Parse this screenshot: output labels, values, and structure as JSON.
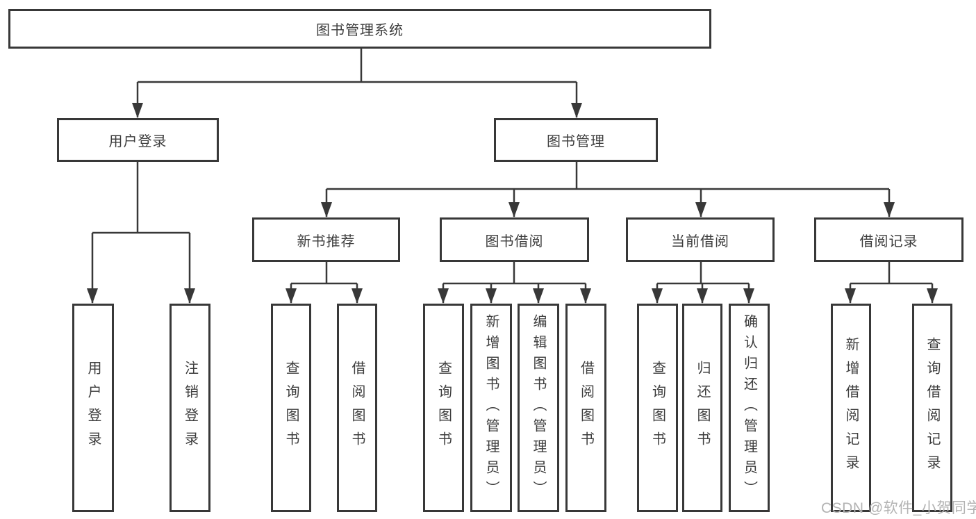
{
  "diagram": {
    "root": {
      "label": "图书管理系统"
    },
    "level2": [
      {
        "label": "用户登录"
      },
      {
        "label": "图书管理"
      }
    ],
    "level3": [
      {
        "label": "新书推荐"
      },
      {
        "label": "图书借阅"
      },
      {
        "label": "当前借阅"
      },
      {
        "label": "借阅记录"
      }
    ],
    "leaves": [
      {
        "label": "用户登录"
      },
      {
        "label": "注销登录"
      },
      {
        "label": "查询图书"
      },
      {
        "label": "借阅图书"
      },
      {
        "label": "查询图书"
      },
      {
        "label": "新增图书（管理员）"
      },
      {
        "label": "编辑图书（管理员）"
      },
      {
        "label": "借阅图书"
      },
      {
        "label": "查询图书"
      },
      {
        "label": "归还图书"
      },
      {
        "label": "确认归还（管理员）"
      },
      {
        "label": "新增借阅记录"
      },
      {
        "label": "查询借阅记录"
      }
    ],
    "line_color": "#383838",
    "text_color": "#3d3d3d"
  },
  "watermark": {
    "text": "CSDN @软件_小贺同学",
    "color": "#b3b3b3"
  }
}
